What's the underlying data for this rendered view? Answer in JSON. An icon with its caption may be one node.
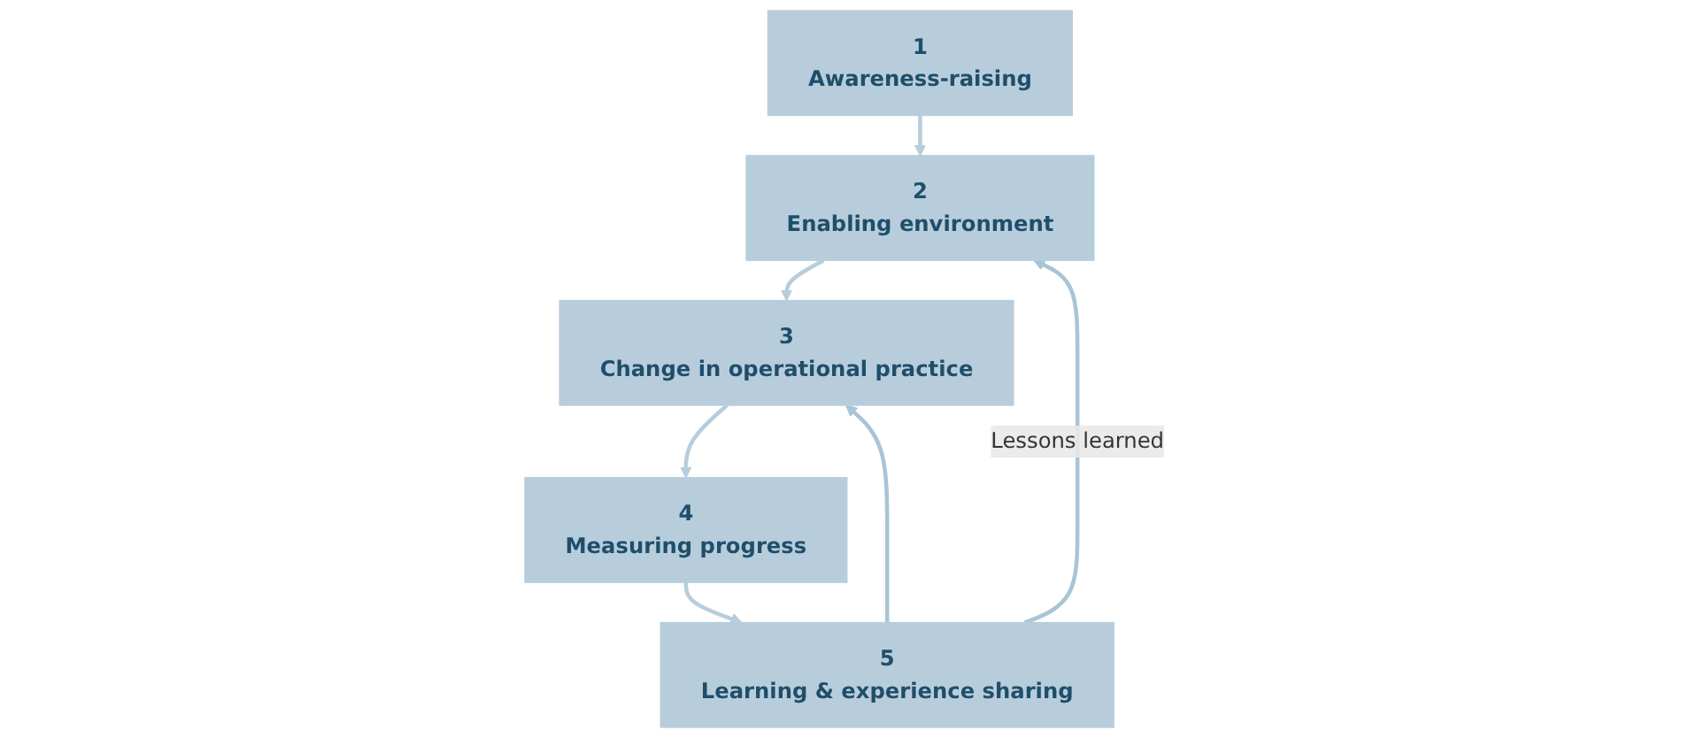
{
  "diagram": {
    "nodes": [
      {
        "text": [
          "1",
          "Awareness-raising"
        ]
      },
      {
        "text": [
          "2",
          "Enabling environment"
        ]
      },
      {
        "text": [
          "3",
          "Change in operational practice"
        ]
      },
      {
        "text": [
          "4",
          "Measuring progress"
        ]
      },
      {
        "text": [
          "5",
          "Learning & experience sharing"
        ]
      }
    ],
    "edges": [
      {
        "from": 0,
        "to": 1,
        "arrow": "to"
      },
      {
        "from": 1,
        "to": 2,
        "arrow": "to"
      },
      {
        "from": 2,
        "to": 3,
        "arrow": "to"
      },
      {
        "from": 3,
        "to": 4,
        "arrow": "to"
      },
      {
        "from": 4,
        "to": 1,
        "arrow": "to",
        "label": "Lessons learned",
        "color": "#a9c4d6"
      },
      {
        "from": 4,
        "to": 2,
        "arrow": "to",
        "color": "#a9c4d6"
      }
    ]
  }
}
